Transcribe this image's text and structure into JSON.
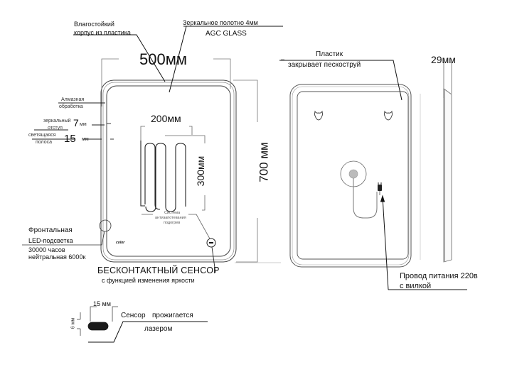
{
  "front": {
    "housing_label_1": "Влагостойкий",
    "housing_label_2": "корпус из пластика",
    "mirror_label_1": "Зеркальное  полотно 4мм",
    "mirror_label_2": "AGC GLASS",
    "width_dim": "500мм",
    "height_dim": "700 мм",
    "diamond_1": "Алмазная",
    "diamond_2": "обработка",
    "mirror_offset_1": "зеркальный",
    "mirror_offset_2": "отступ",
    "mirror_offset_value": "7",
    "mirror_offset_unit": "мм",
    "light_strip_1": "светящаяся",
    "light_strip_2": "полоса",
    "light_strip_value": "15",
    "light_strip_unit": "мм",
    "heater_width": "200мм",
    "heater_height": "300мм",
    "heater_label_1": "Система",
    "heater_label_2": "антизапотевания",
    "heater_label_3": "подогрев",
    "logo_text": "color",
    "led_label_1": "Фронтальная",
    "led_label_2": "LED-подсветка",
    "led_label_3": "30000 часов",
    "led_label_4": "нейтральная 6000к",
    "sensor_label_1": "БЕСКОНТАКТНЫЙ СЕНСОР",
    "sensor_label_2": "с функцией изменения яркости"
  },
  "sensor_detail": {
    "width_dim": "15 мм",
    "height_dim": "6 мм",
    "label_1": "Сенсор",
    "label_2": "прожигается",
    "label_3": "лазером"
  },
  "back": {
    "plastic_label_1": "Пластик",
    "plastic_label_2": "закрывает пескоструй",
    "power_label_1": "Провод питания 220в",
    "power_label_2": "с вилкой"
  },
  "side": {
    "depth_dim": "29мм"
  }
}
